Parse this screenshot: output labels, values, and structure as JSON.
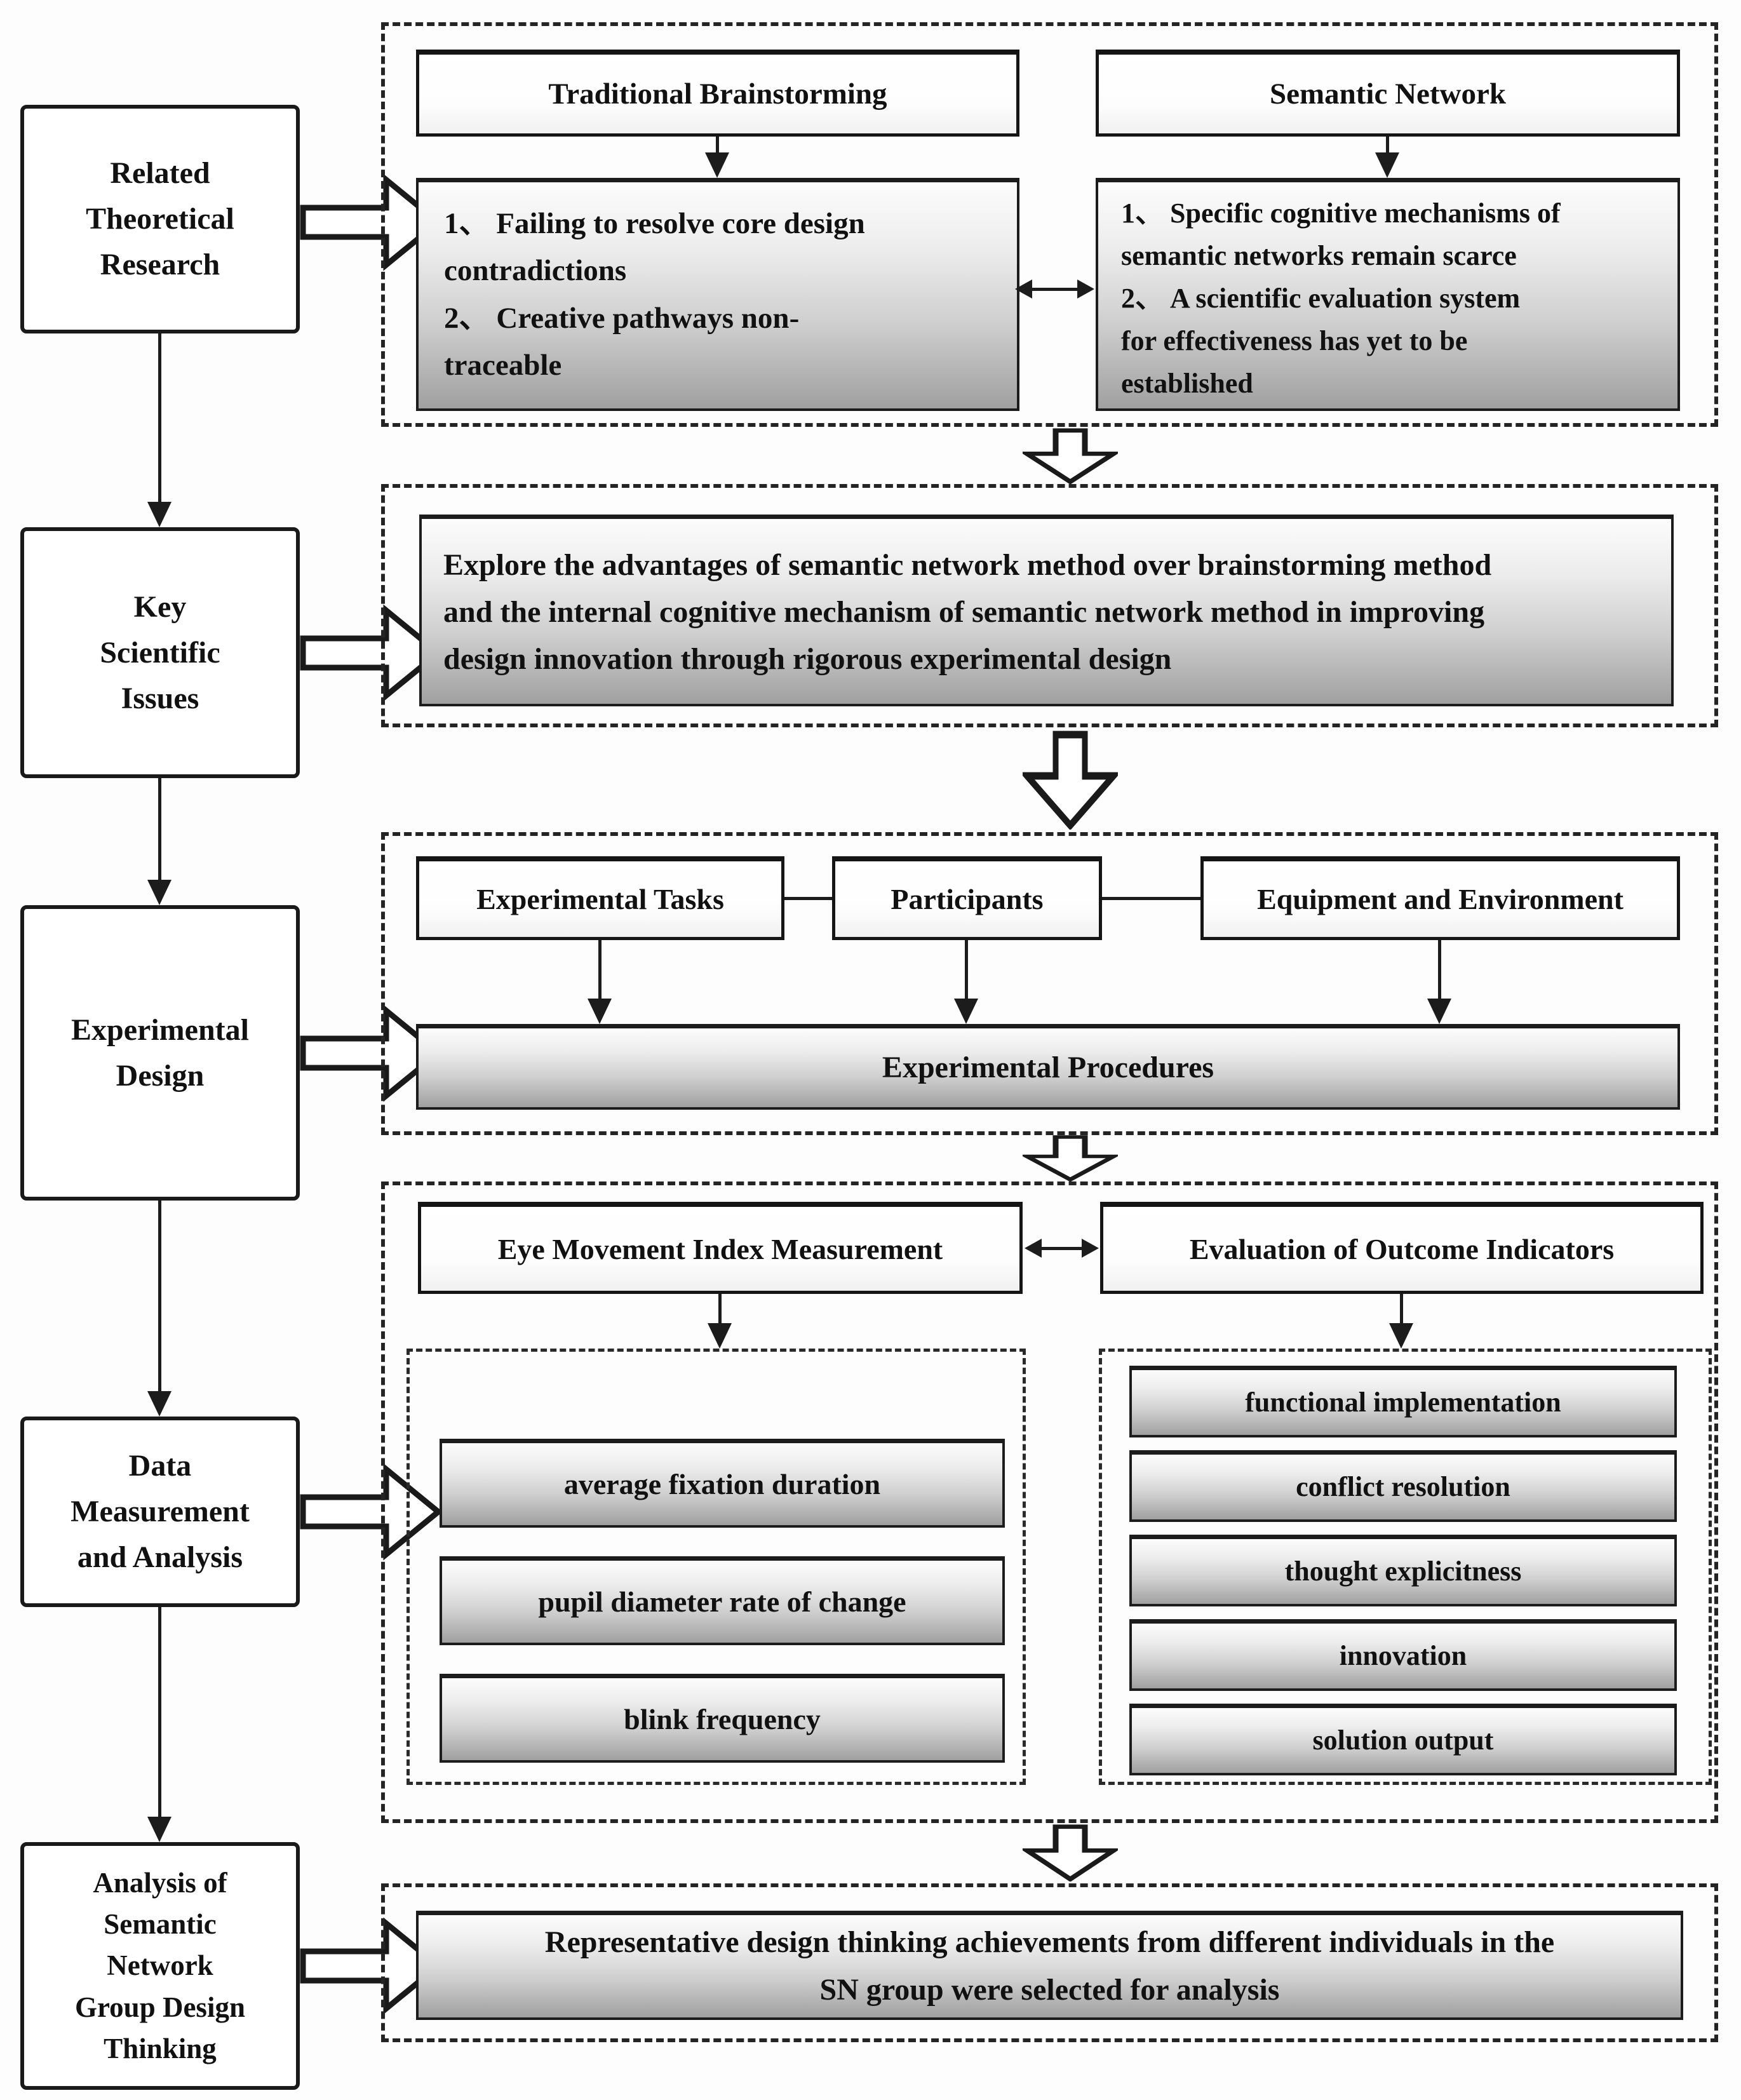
{
  "diagram": {
    "left_stages": [
      {
        "label": "Related\nTheoretical\nResearch"
      },
      {
        "label": "Key\nScientific\nIssues"
      },
      {
        "label": "Experimental\nDesign"
      },
      {
        "label": "Data\nMeasurement\nand Analysis"
      },
      {
        "label": "Analysis of\nSemantic\nNetwork\nGroup Design\nThinking"
      }
    ],
    "section1": {
      "traditional_title": "Traditional Brainstorming",
      "semantic_title": "Semantic Network",
      "traditional_issues": "1、 Failing to resolve core design\ncontradictions\n2、 Creative pathways non-\ntraceable",
      "semantic_issues": "1、 Specific cognitive mechanisms of\nsemantic networks remain scarce\n2、 A scientific evaluation system\nfor effectiveness has yet to be\nestablished"
    },
    "section2": {
      "statement": "Explore the advantages of semantic network method over brainstorming method\nand the internal cognitive mechanism of semantic network method in improving\ndesign innovation through rigorous experimental design"
    },
    "section3": {
      "tasks": "Experimental Tasks",
      "participants": "Participants",
      "equipment": "Equipment and Environment",
      "procedures": "Experimental Procedures"
    },
    "section4": {
      "eye_title": "Eye Movement Index Measurement",
      "outcome_title": "Evaluation of Outcome Indicators",
      "eye_metrics": [
        "average fixation duration",
        "pupil diameter rate of change",
        "blink frequency"
      ],
      "outcome_metrics": [
        "functional implementation",
        "conflict resolution",
        "thought explicitness",
        "innovation",
        "solution output"
      ]
    },
    "section5": {
      "statement": "Representative design thinking achievements from different individuals in the\nSN group were selected for analysis"
    }
  },
  "icons": {
    "block_arrow_right": "▷",
    "block_arrow_down": "⇩",
    "arrow_down": "↓",
    "double_arrow": "↔"
  },
  "colors": {
    "ink": "#1a1a1a",
    "box_gradient_top": "#fcfcfc",
    "box_gradient_bottom": "#a0a0a0",
    "background": "#fdfdfd"
  }
}
